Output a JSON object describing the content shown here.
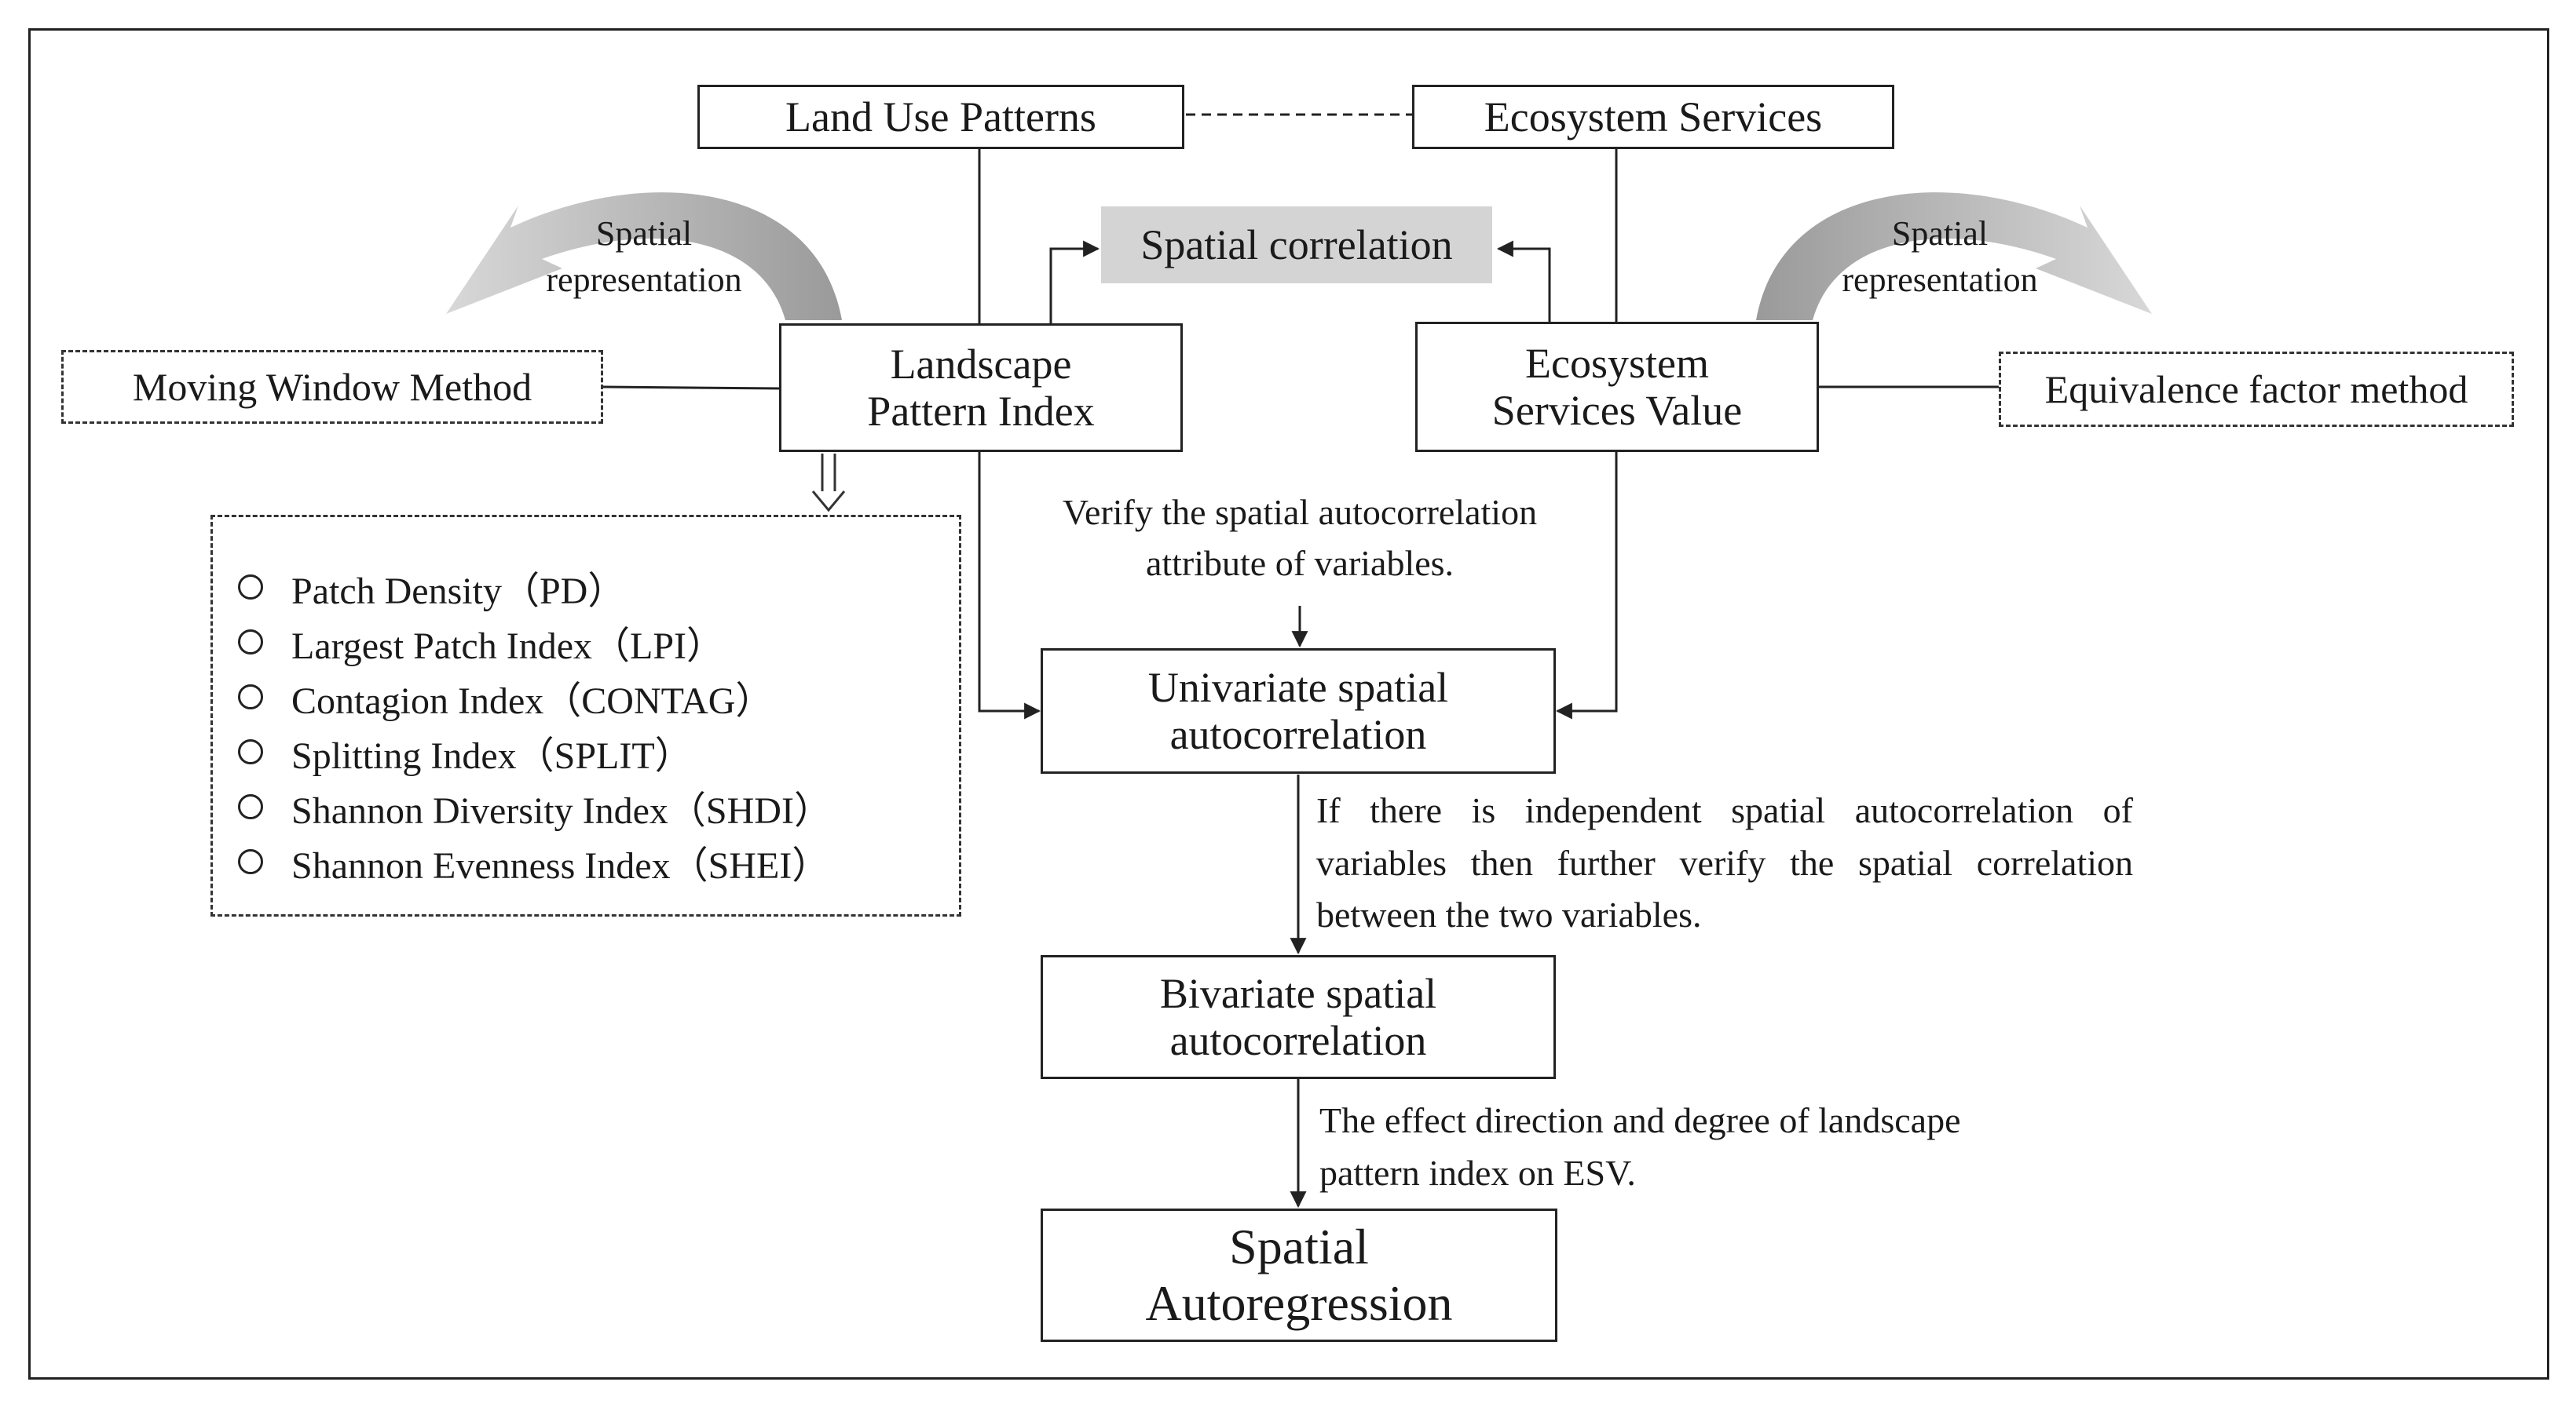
{
  "nodes": {
    "land_use": "Land Use Patterns",
    "ecosystem_services": "Ecosystem Services",
    "spatial_correlation": "Spatial correlation",
    "landscape_index": "Landscape\nPattern Index",
    "esv": "Ecosystem\nServices Value",
    "moving_window": "Moving Window Method",
    "equivalence": "Equivalence factor method",
    "univariate": "Univariate spatial\nautocorrelation",
    "bivariate": "Bivariate spatial\nautocorrelation",
    "spatial_autoregression": "Spatial\nAutoregression"
  },
  "labels": {
    "spatial_rep_left": "Spatial\nrepresentation",
    "spatial_rep_right": "Spatial\nrepresentation",
    "verify": "Verify the spatial autocorrelation\nattribute of variables.",
    "if_independent": "If there is independent spatial autocorrelation of variables then further verify the spatial correlation between the two variables.",
    "effect": "The effect direction and degree  of landscape\npattern index on ESV."
  },
  "indices": [
    "Patch Density（PD）",
    "Largest Patch Index（LPI）",
    "Contagion Index（CONTAG）",
    "Splitting Index（SPLIT）",
    "Shannon Diversity Index（SHDI）",
    "Shannon Evenness Index（SHEI）"
  ],
  "colors": {
    "line": "#222222",
    "highlight_fill": "#d4d4d4",
    "curved_arrow": "#b5b5b5"
  }
}
